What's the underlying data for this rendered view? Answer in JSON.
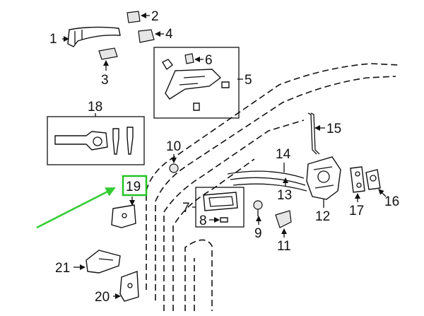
{
  "colors": {
    "ink": "#111111",
    "highlight": "#22c322",
    "pointer": "#33cc33",
    "background": "#ffffff"
  },
  "callouts": [
    "1",
    "2",
    "3",
    "4",
    "5",
    "6",
    "7",
    "8",
    "9",
    "10",
    "11",
    "12",
    "13",
    "14",
    "15",
    "16",
    "17",
    "18",
    "19",
    "20",
    "21"
  ],
  "highlighted_callout": "19"
}
